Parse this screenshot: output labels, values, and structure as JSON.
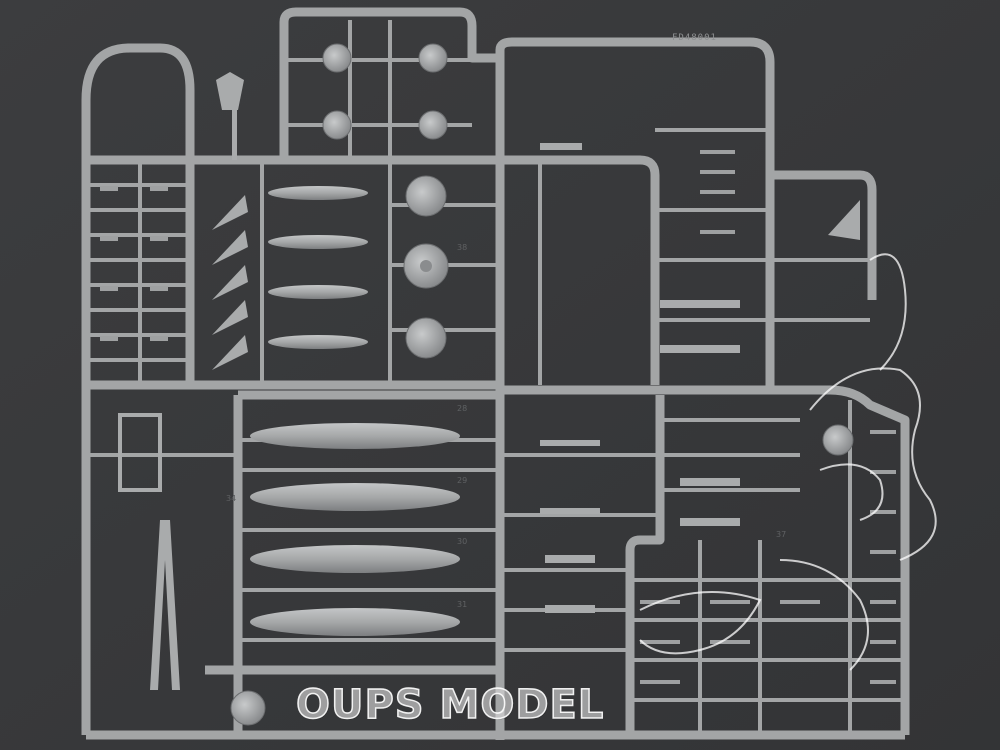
{
  "scene": {
    "background_color": "#3a3b3d",
    "plastic_color": "#a3a5a6",
    "plastic_shadow": "#6c6e70"
  },
  "sprue": {
    "code": "FD48001",
    "part_numbers": [
      "28",
      "29",
      "30",
      "31",
      "34",
      "37",
      "38"
    ]
  },
  "watermark": {
    "text": "OUPS MODEL"
  }
}
